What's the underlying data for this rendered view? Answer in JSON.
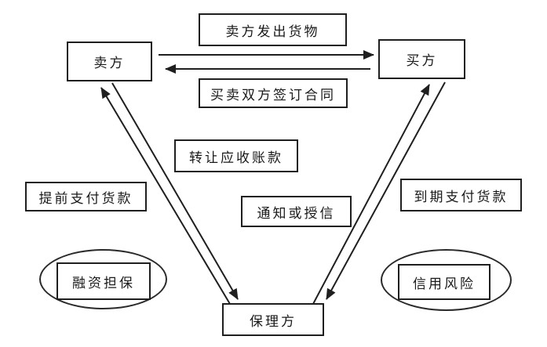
{
  "colors": {
    "background": "#ffffff",
    "line": "#1f1f1f",
    "text": "#1a1a1a"
  },
  "nodes": {
    "seller": {
      "label": "卖方"
    },
    "buyer": {
      "label": "买方"
    },
    "factor": {
      "label": "保理方"
    }
  },
  "flow_labels": {
    "ship": {
      "text": "卖方发出货物"
    },
    "contract": {
      "text": "买卖双方签订合同"
    },
    "transfer": {
      "text": "转让应收账款"
    },
    "advance": {
      "text": "提前支付货款"
    },
    "notify": {
      "text": "通知或授信"
    },
    "maturity": {
      "text": "到期支付货款"
    }
  },
  "annotations": {
    "financing_guarantee": {
      "text": "融资担保"
    },
    "credit_risk": {
      "text": "信用风险"
    }
  },
  "edges": [
    {
      "from": "卖方",
      "to": "买方",
      "label": "卖方发出货物"
    },
    {
      "from": "买方",
      "to": "卖方",
      "label": "买卖双方签订合同"
    },
    {
      "from": "卖方",
      "to": "保理方",
      "label": "转让应收账款"
    },
    {
      "from": "保理方",
      "to": "卖方",
      "label": "提前支付货款"
    },
    {
      "from": "保理方",
      "to": "买方",
      "label": "通知或授信"
    },
    {
      "from": "买方",
      "to": "保理方",
      "label": "到期支付货款"
    }
  ]
}
